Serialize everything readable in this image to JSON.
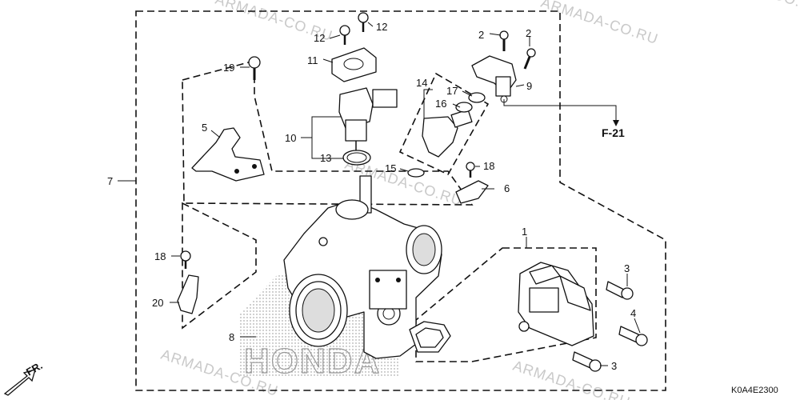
{
  "watermarks": [
    "ARMADA-CO.RU",
    "ARMADA-CO.RU",
    "ARMADA-CO.RU",
    "ARMADA-CO.RU",
    "ARMADA-CO.RU",
    "ARMADA-CO.RU"
  ],
  "brand_watermark": "HONDA",
  "reference": "F-21",
  "front_label": "FR.",
  "diagram_code": "K0A4E2300",
  "callouts": {
    "c1": "1",
    "c2a": "2",
    "c2b": "2",
    "c3a": "3",
    "c3b": "3",
    "c4": "4",
    "c5": "5",
    "c6": "6",
    "c7": "7",
    "c8": "8",
    "c9": "9",
    "c10": "10",
    "c11": "11",
    "c12a": "12",
    "c12b": "12",
    "c13": "13",
    "c14": "14",
    "c15": "15",
    "c16": "16",
    "c17": "17",
    "c18a": "18",
    "c18b": "18",
    "c19": "19",
    "c20": "20"
  }
}
